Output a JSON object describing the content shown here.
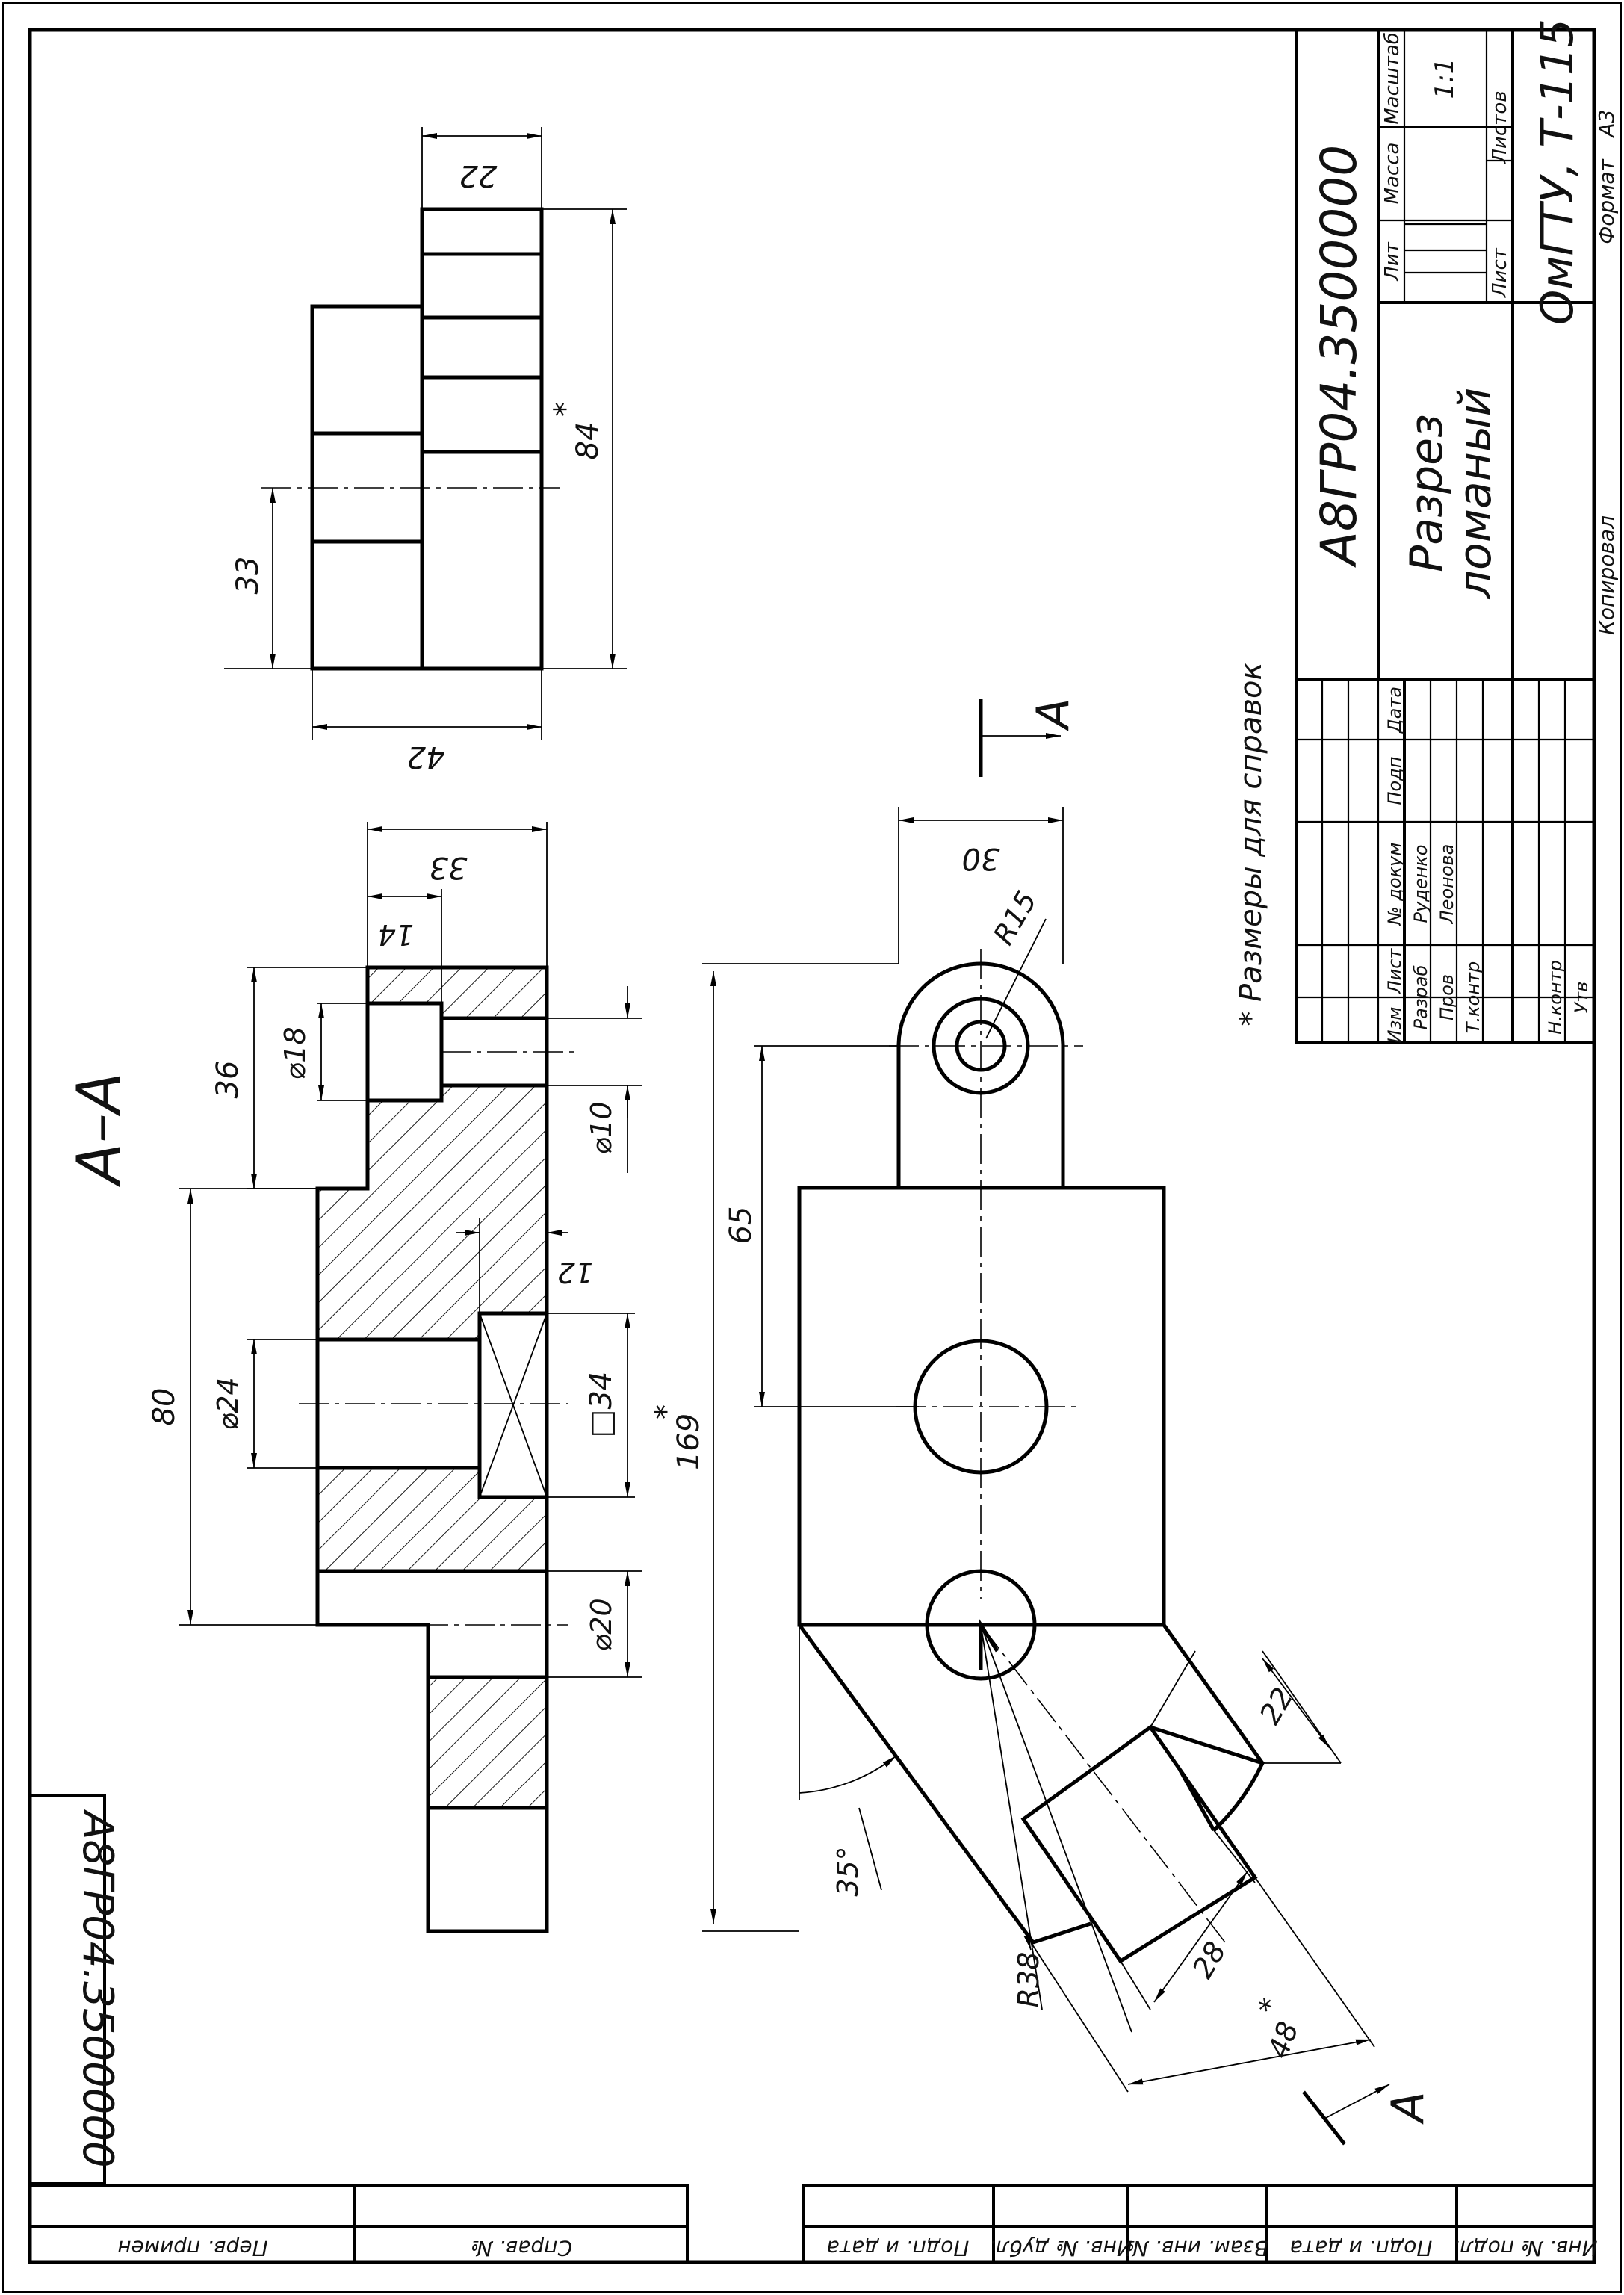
{
  "section_label": "А–А",
  "cut_plane_label": "А",
  "note": "* Размеры для справок",
  "dimensions": {
    "top_width": "22",
    "top_length": "84",
    "top_33": "33",
    "top_42": "42",
    "sec_33": "33",
    "sec_14": "14",
    "sec_36": "36",
    "sec_d18": "⌀18",
    "sec_d10": "⌀10",
    "sec_80": "80",
    "sec_d24": "⌀24",
    "sec_12": "12",
    "sec_sq34": "□34",
    "sec_d20": "⌀20",
    "plan_30": "30",
    "plan_R15": "R15",
    "plan_65": "65",
    "plan_169": "169",
    "plan_35deg": "35°",
    "plan_R38": "R38",
    "plan_22": "22",
    "plan_28": "28",
    "plan_48": "48"
  },
  "title_block": {
    "doc_number": "А8ГР04.3500000",
    "title_line1": "Разрез",
    "title_line2": "ломаный",
    "col_lit": "Лит",
    "col_mass": "Масса",
    "col_scale": "Масштаб",
    "scale": "1:1",
    "sheet": "Лист",
    "sheets": "Листов",
    "org": "ОмГТУ, Т-115",
    "copied": "Копировал",
    "format": "Формат",
    "format_value": "А3",
    "h_izm": "Изм",
    "h_list": "Лист",
    "h_docnum": "№ докум",
    "h_sign": "Подп",
    "h_date": "Дата",
    "r_razrab": "Разраб",
    "r_prov": "Пров",
    "r_tkontr": "Т.контр",
    "r_nkontr": "Н.контр",
    "r_utv": "Утв",
    "name_razrab": "Руденко",
    "name_prov": "Леонова"
  },
  "corner_stamp": "А8ГР04.3500000",
  "margin": {
    "perv_primen": "Перв. примен",
    "sprav_no": "Справ. №",
    "podp_data_1": "Подп. и дата",
    "inv_dubl": "Инв. № дубл.",
    "vzam_inv": "Взам. инв. №",
    "podp_data_2": "Подп. и дата",
    "inv_podl": "Инв. № подл."
  }
}
